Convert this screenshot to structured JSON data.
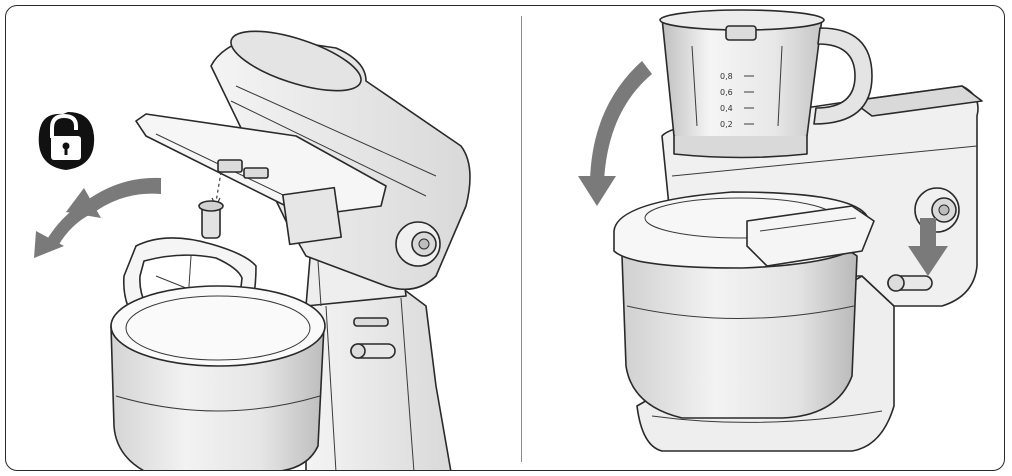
{
  "figure": {
    "steps": [
      {
        "id": "remove-accessory",
        "icon": "unlock-icon"
      },
      {
        "id": "fit-blender-jug",
        "icon": "press-down-arrow-icon"
      }
    ],
    "jug_scale": {
      "marks": [
        "0,8",
        "0,6",
        "0,4",
        "0,2"
      ]
    },
    "colors": {
      "outline": "#2a2a2a",
      "arrow": "#7a7a7a",
      "shade_light": "#f1f1f1",
      "shade_mid": "#d6d6d6",
      "shade_dark": "#bdbdbd",
      "lock_badge": "#111111"
    }
  }
}
